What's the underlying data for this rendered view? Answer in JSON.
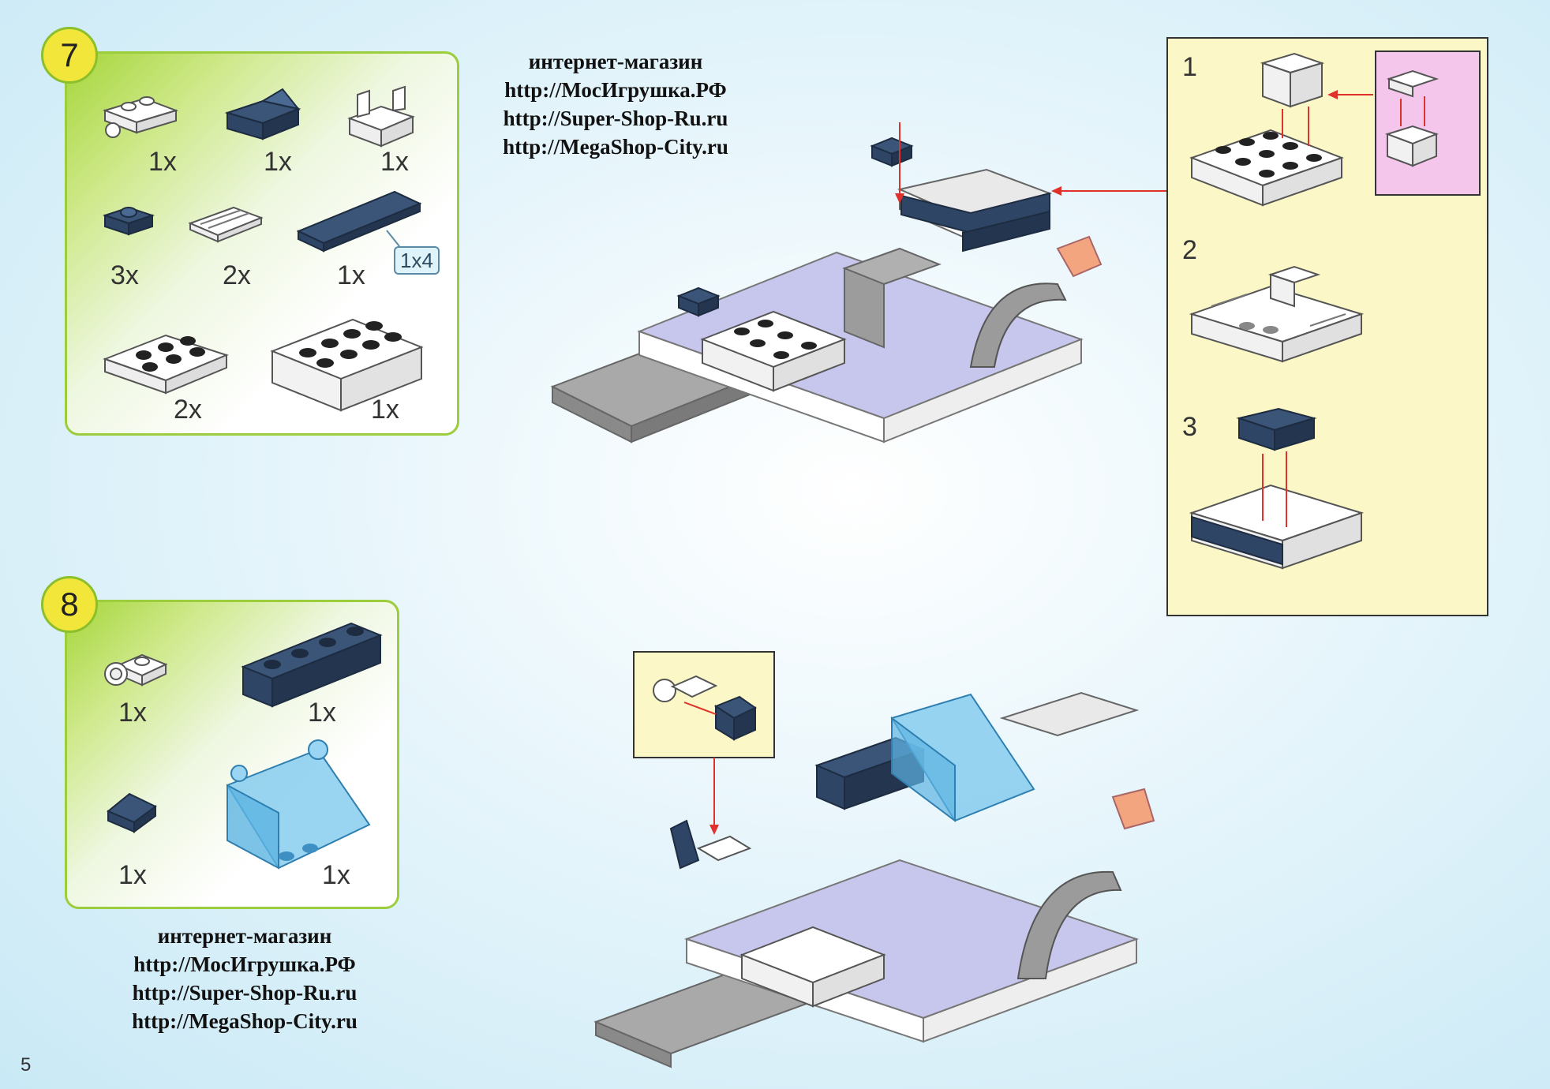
{
  "page_number": "5",
  "shop_info": {
    "line1": "интернет-магазин",
    "line2": "http://МосИгрушка.РФ",
    "line3": "http://Super-Shop-Ru.ru",
    "line4": "http://MegaShop-City.ru"
  },
  "step7": {
    "number": "7",
    "parts": [
      {
        "qty": "1x",
        "icon": "plate-1x2-with-clip-icon"
      },
      {
        "qty": "1x",
        "icon": "slope-brick-dark-blue-icon"
      },
      {
        "qty": "1x",
        "icon": "hinge-brick-white-icon"
      },
      {
        "qty": "3x",
        "icon": "plate-1x1-dark-blue-icon"
      },
      {
        "qty": "2x",
        "icon": "grille-tile-white-icon"
      },
      {
        "qty": "1x",
        "icon": "tile-1x4-dark-blue-icon",
        "size_label": "1x4"
      },
      {
        "qty": "2x",
        "icon": "plate-2x3-white-icon"
      },
      {
        "qty": "1x",
        "icon": "brick-2x4-white-icon"
      }
    ],
    "sub_steps": [
      "1",
      "2",
      "3"
    ]
  },
  "step8": {
    "number": "8",
    "parts": [
      {
        "qty": "1x",
        "icon": "plate-with-clip-white-icon"
      },
      {
        "qty": "1x",
        "icon": "brick-1x4-dark-blue-icon"
      },
      {
        "qty": "1x",
        "icon": "slope-1x1-dark-blue-icon"
      },
      {
        "qty": "1x",
        "icon": "windscreen-trans-blue-icon"
      }
    ]
  },
  "colors": {
    "panel_green": "#9ccd3c",
    "badge_yellow": "#f3e63a",
    "callout_yellow": "#fbf7c6",
    "callout_pink": "#f5c6ec",
    "dark_blue": "#2e4566",
    "lavender": "#b6b6e0",
    "grey": "#9d9d9d",
    "arrow_red": "#e0312c"
  }
}
